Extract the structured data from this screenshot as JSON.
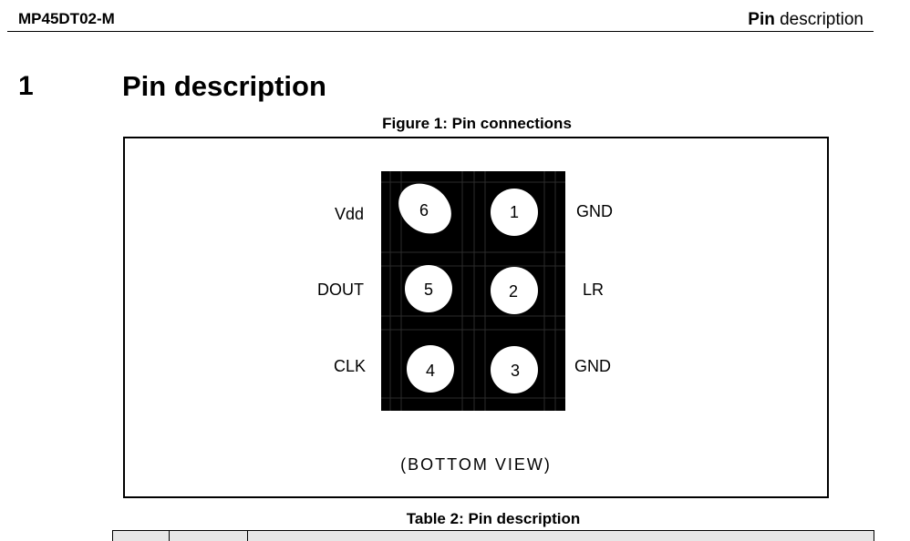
{
  "header": {
    "doc_id": "MP45DT02-M",
    "section_bold": "Pin",
    "section_rest": " description"
  },
  "section": {
    "number": "1",
    "title": "Pin description"
  },
  "figure": {
    "caption": "Figure 1: Pin connections",
    "view_label": "(BOTTOM VIEW)",
    "pins": [
      {
        "number": "6",
        "label": "Vdd"
      },
      {
        "number": "1",
        "label": "GND"
      },
      {
        "number": "5",
        "label": "DOUT"
      },
      {
        "number": "2",
        "label": "LR"
      },
      {
        "number": "4",
        "label": "CLK"
      },
      {
        "number": "3",
        "label": "GND"
      }
    ]
  },
  "table": {
    "caption": "Table 2: Pin description"
  }
}
